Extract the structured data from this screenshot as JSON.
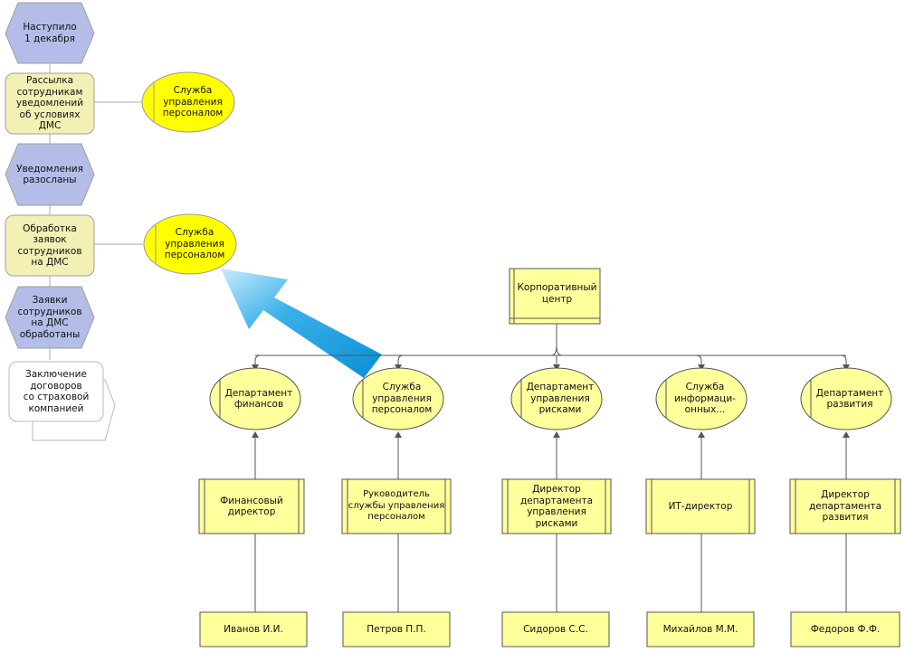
{
  "process": {
    "event_1": "Наступило\n1 декабря",
    "function_1": "Рассылка\nсотрудникам\nуведомлений\nоб условиях\nДМС",
    "event_2": "Уведомления\nразосланы",
    "function_2": "Обработка\nзаявок\nсотрудников\nна ДМС",
    "event_3": "Заявки\nсотрудников\nна ДМС\nобработаны",
    "process_interface": "Заключение\nдоговоров\nсо страховой\nкомпанией"
  },
  "units": {
    "hr_1": "Служба\nуправления\nперсоналом",
    "hr_2": "Служба\nуправления\nперсоналом"
  },
  "org": {
    "root": "Корпоративный\nцентр",
    "departments": [
      "Департамент\nфинансов",
      "Служба\nуправления\nперсоналом",
      "Департамент\nуправления\nрисками",
      "Служба\nинформаци-\nонных...",
      "Департамент\nразвития"
    ],
    "positions": [
      "Финансовый\nдиректор",
      "Руководитель\nслужбы управления\nперсоналом",
      "Директор\nдепартамента\nуправления\nрисками",
      "ИТ-директор",
      "Директор\nдепартамента\nразвития"
    ],
    "people": [
      "Иванов И.И.",
      "Петров П.П.",
      "Сидоров С.С.",
      "Михайлов М.М.",
      "Федоров Ф.Ф."
    ]
  },
  "colors": {
    "event_fill": "#b3bde8",
    "function_fill": "#f2f0b4",
    "unit_fill": "#ffff00",
    "department_fill": "#ffff9c",
    "position_fill": "#ffff9c",
    "arrow": "#1e9bd7"
  }
}
